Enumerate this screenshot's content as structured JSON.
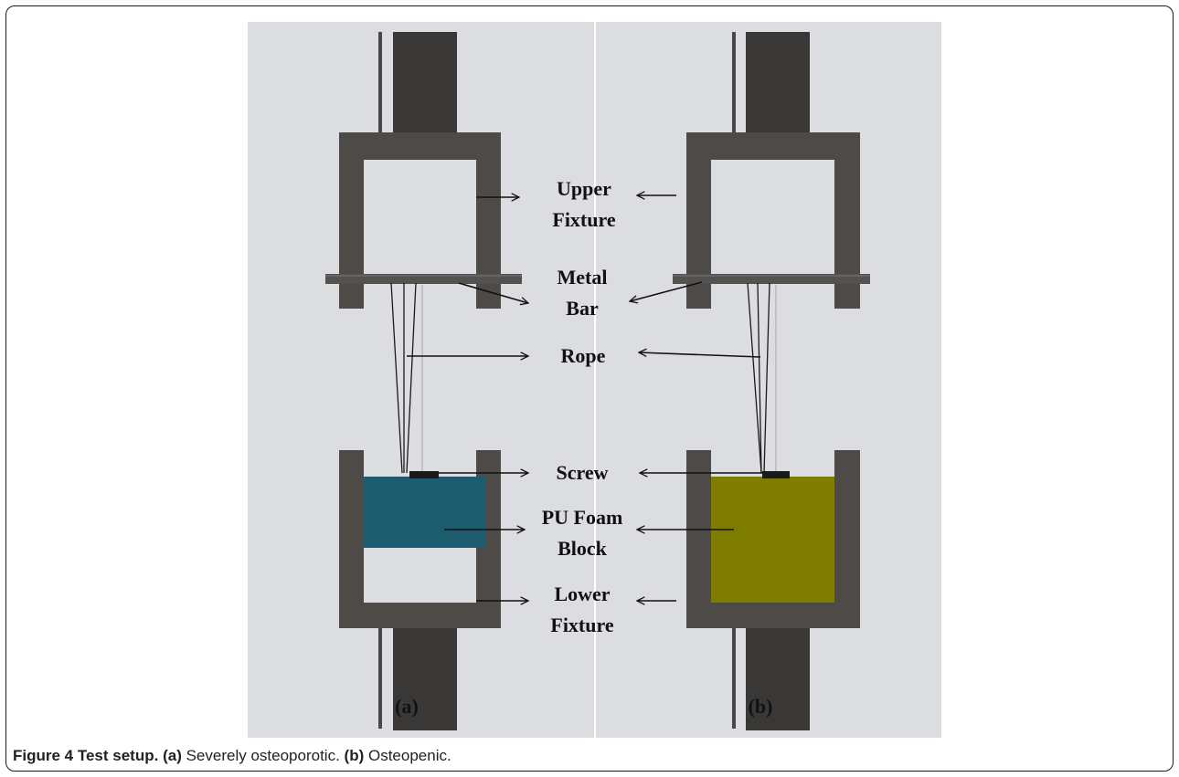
{
  "figure": {
    "panel_a_label": "(a)",
    "panel_b_label": "(b)",
    "labels": {
      "upper_fixture": [
        "Upper",
        "Fixture"
      ],
      "metal_bar": [
        "Metal",
        "Bar"
      ],
      "rope": [
        "Rope"
      ],
      "screw": [
        "Screw"
      ],
      "pu_foam_block": [
        "PU Foam",
        "Block"
      ],
      "lower_fixture": [
        "Lower",
        "Fixture"
      ]
    },
    "colors": {
      "background": "#dcdde0",
      "fixture": "#4d4a48",
      "cylinder": "#3a3836",
      "foam_a": "#1c5c6e",
      "foam_b": "#7f7d00"
    }
  },
  "caption": {
    "figure_number": "Figure 4",
    "title": "Test setup.",
    "a_tag": "(a)",
    "a_text": "Severely osteoporotic.",
    "b_tag": "(b)",
    "b_text": "Osteopenic."
  }
}
